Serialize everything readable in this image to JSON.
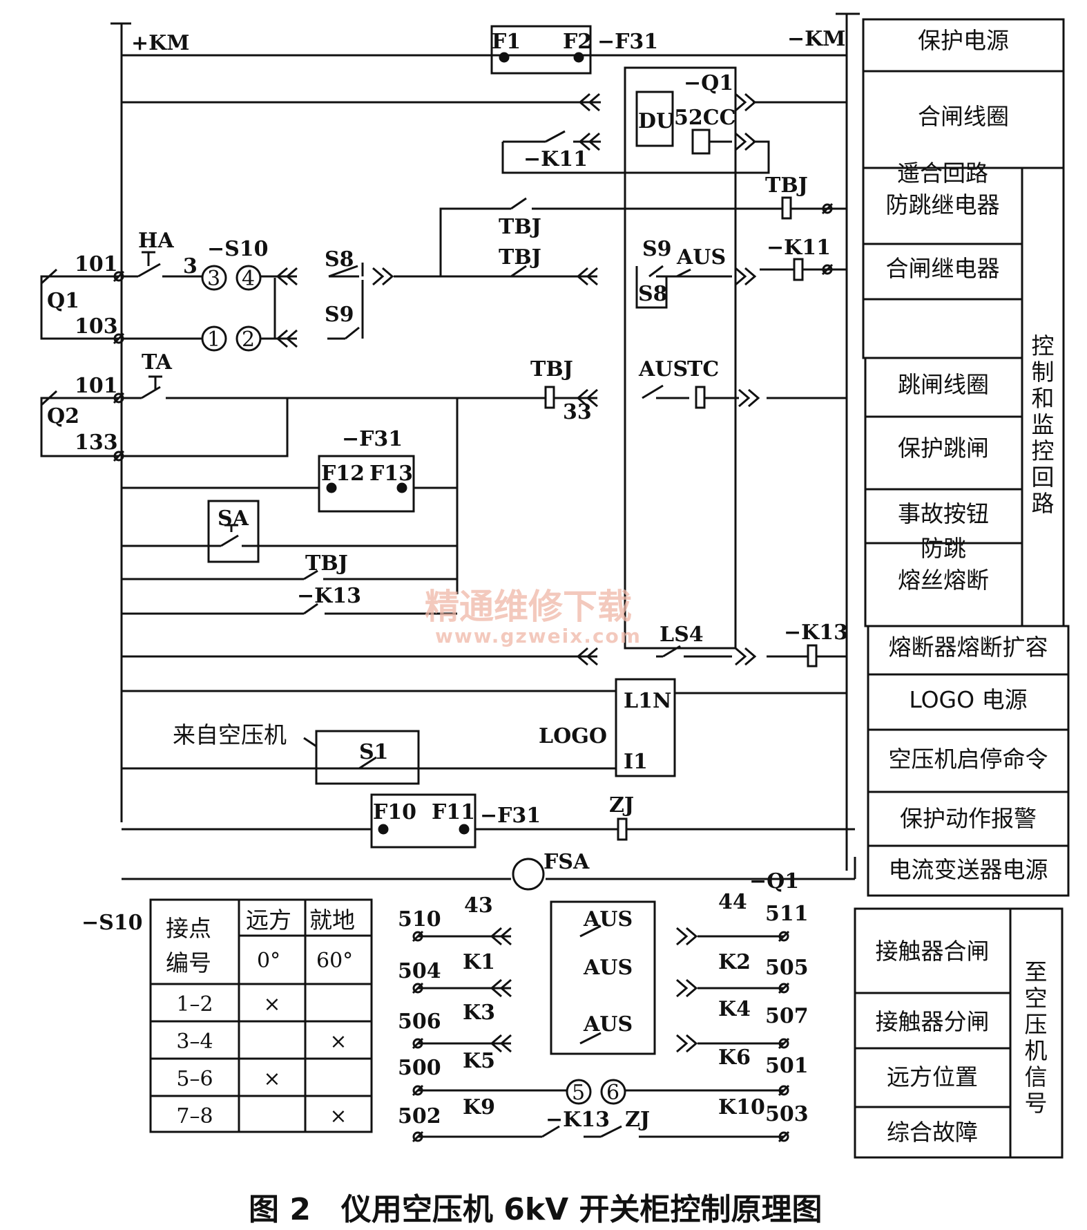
{
  "caption": "图 2　仪用空压机 6kV 开关柜控制原理图",
  "watermark": {
    "line1": "精通维修下载",
    "line2": "www.gzweix.com"
  },
  "labels": {
    "pkm": "+KM",
    "nkm": "−KM",
    "f1": "F1",
    "f2": "F2",
    "f31a": "−F31",
    "q1": "−Q1",
    "du": "DU",
    "cc52": "52CC",
    "k11a": "−K11",
    "tbj1": "TBJ",
    "tbj2": "TBJ",
    "tbj3": "TBJ",
    "ha": "HA",
    "n3": "3",
    "s10": "−S10",
    "c3": "3",
    "c4": "4",
    "c1": "1",
    "c2": "2",
    "s8a": "S8",
    "s9a": "S9",
    "s9b": "S9",
    "aus1": "AUS",
    "s8b": "S8",
    "k11b": "−K11",
    "q1sw": "Q1",
    "n101a": "101",
    "n103": "103",
    "ta": "TA",
    "q2sw": "Q2",
    "n101b": "101",
    "n133": "133",
    "tbj4": "TBJ",
    "n33": "33",
    "aus2": "AUS",
    "tc": "TC",
    "f31b": "−F31",
    "f12": "F12",
    "f13": "F13",
    "sa": "SA",
    "tbj5": "TBJ",
    "k13a": "−K13",
    "ls4": "LS4",
    "k13b": "−K13",
    "l1n": "L1N",
    "logo": "LOGO",
    "i1": "I1",
    "fromcomp": "来自空压机",
    "s1": "S1",
    "f10": "F10",
    "f11": "F11",
    "f31c": "−F31",
    "zj1": "ZJ",
    "fsa": "FSA"
  },
  "right_table": {
    "rows": [
      "保护电源",
      "合闸线圈",
      "遥合回路\n防跳继电器",
      "合闸继电器",
      "",
      "跳闸线圈",
      "保护跳闸",
      "事故按钮",
      "防跳\n熔丝熔断",
      "熔断器熔断扩容",
      "LOGO 电源",
      "空压机启停命令",
      "保护动作报警",
      "电流变送器电源"
    ],
    "group_label": "控制和监控回路"
  },
  "s10_table": {
    "label": "−S10",
    "header": {
      "c0": "接点\n编号",
      "c1": "远方",
      "c2": "就地",
      "a1": "0°",
      "a2": "60°"
    },
    "rows": [
      {
        "id": "1–2",
        "remote": "×",
        "local": ""
      },
      {
        "id": "3–4",
        "remote": "",
        "local": "×"
      },
      {
        "id": "5–6",
        "remote": "×",
        "local": ""
      },
      {
        "id": "7–8",
        "remote": "",
        "local": "×"
      }
    ]
  },
  "signals": {
    "q1": "−Q1",
    "n43": "43",
    "n44": "44",
    "n510": "510",
    "n511": "511",
    "n504": "504",
    "n505": "505",
    "n506": "506",
    "n507": "507",
    "n500": "500",
    "n501": "501",
    "n502": "502",
    "n503": "503",
    "k1": "K1",
    "k2": "K2",
    "k3": "K3",
    "k4": "K4",
    "k5": "K5",
    "k6": "K6",
    "k9": "K9",
    "k10": "K10",
    "aus1": "AUS",
    "aus2": "AUS",
    "aus3": "AUS",
    "c5": "5",
    "c6": "6",
    "k13": "−K13",
    "zj": "ZJ"
  },
  "signal_table": {
    "rows": [
      "接触器合闸",
      "接触器分闸",
      "远方位置",
      "综合故障"
    ],
    "group_label": "至空压机信号"
  }
}
